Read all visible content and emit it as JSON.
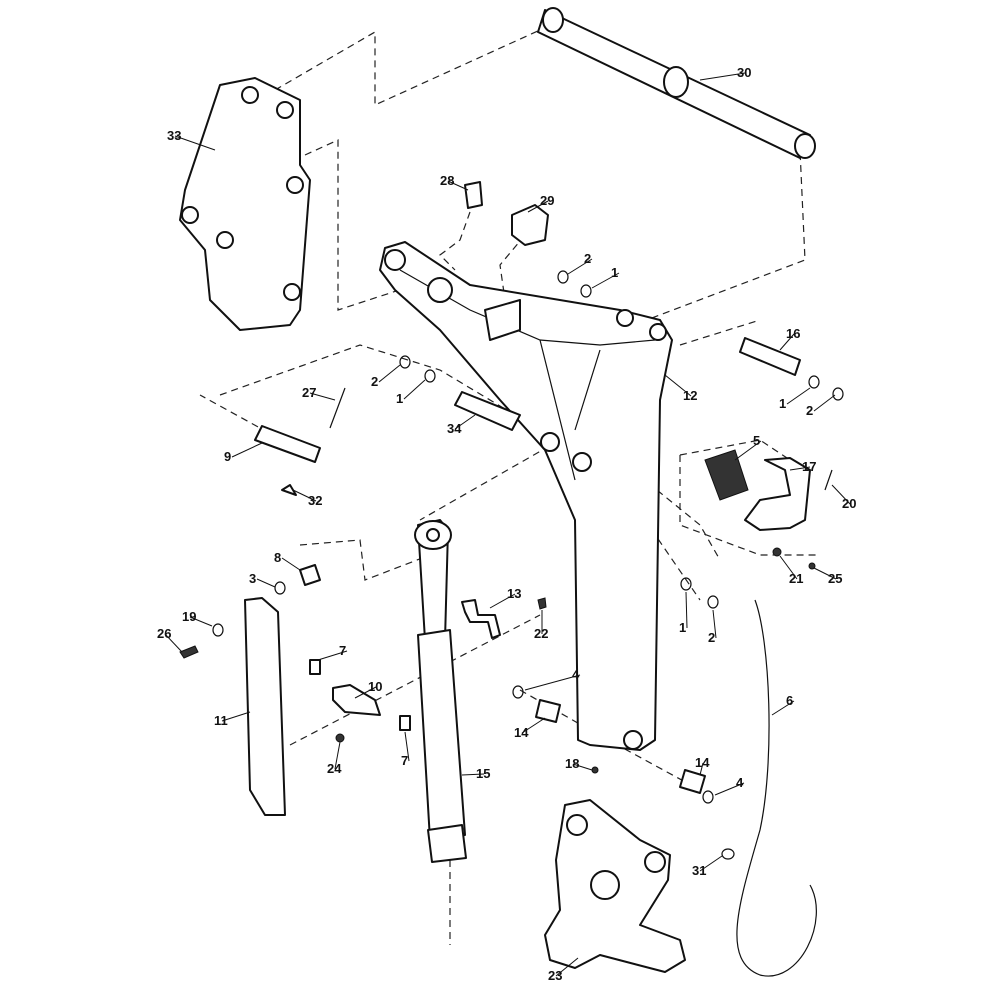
{
  "diagram": {
    "type": "exploded-parts-view",
    "callouts": [
      "30",
      "33",
      "28",
      "29",
      "2",
      "1",
      "16",
      "12",
      "2",
      "1",
      "27",
      "34",
      "1",
      "2",
      "9",
      "32",
      "5",
      "17",
      "20",
      "21",
      "25",
      "8",
      "3",
      "13",
      "19",
      "26",
      "22",
      "1",
      "2",
      "7",
      "10",
      "6",
      "4",
      "11",
      "14",
      "14",
      "4",
      "18",
      "24",
      "7",
      "15",
      "31",
      "23"
    ]
  }
}
